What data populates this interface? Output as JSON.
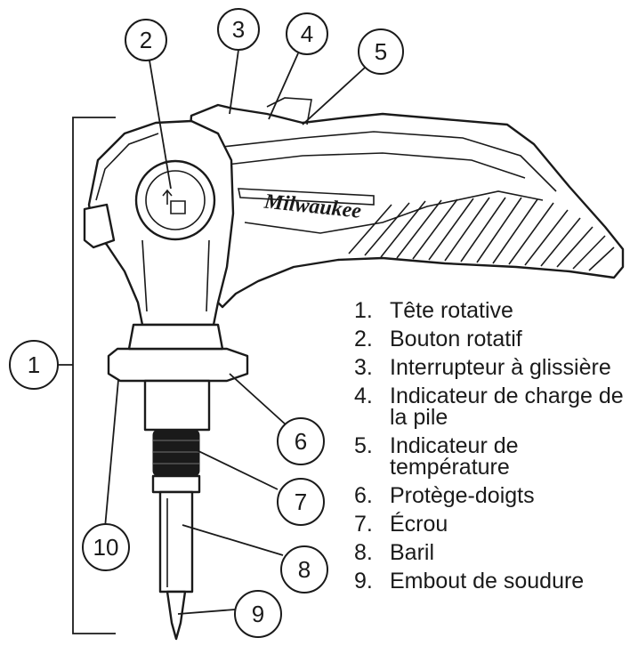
{
  "brand": "Milwaukee",
  "callouts": [
    {
      "number": "1"
    },
    {
      "number": "2"
    },
    {
      "number": "3"
    },
    {
      "number": "4"
    },
    {
      "number": "5"
    },
    {
      "number": "6"
    },
    {
      "number": "7"
    },
    {
      "number": "8"
    },
    {
      "number": "9"
    },
    {
      "number": "10"
    }
  ],
  "legend": [
    {
      "number": "1.",
      "label": "Tête rotative"
    },
    {
      "number": "2.",
      "label": "Bouton rotatif"
    },
    {
      "number": "3.",
      "label": "Interrupteur à glissière"
    },
    {
      "number": "4.",
      "label": "Indicateur de charge de la pile"
    },
    {
      "number": "5.",
      "label": "Indicateur de température"
    },
    {
      "number": "6.",
      "label": "Protège-doigts"
    },
    {
      "number": "7.",
      "label": "Écrou"
    },
    {
      "number": "8.",
      "label": "Baril"
    },
    {
      "number": "9.",
      "label": "Embout de soudure"
    }
  ]
}
